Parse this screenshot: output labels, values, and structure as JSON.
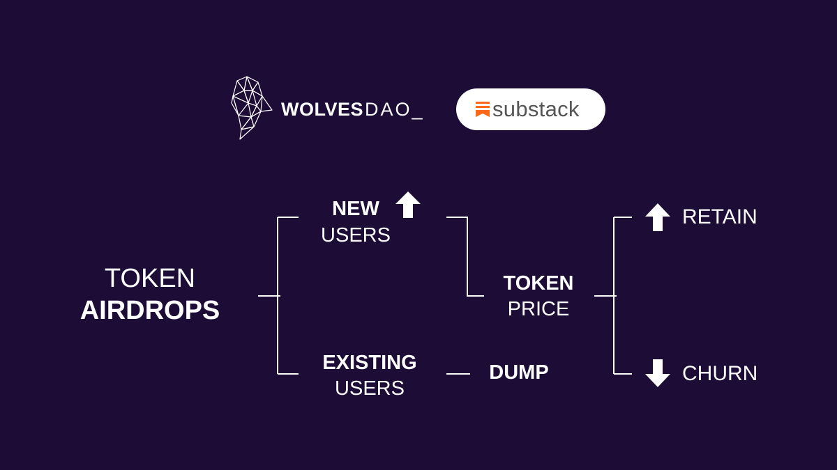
{
  "header": {
    "brand_primary": "WOLVES",
    "brand_secondary": "DAO_",
    "platform": "substack",
    "icons": [
      "wolf-icon",
      "substack-icon"
    ]
  },
  "diagram": {
    "root": {
      "line1": "TOKEN",
      "line2": "AIRDROPS"
    },
    "branch_new": {
      "line1": "NEW",
      "line2": "USERS",
      "arrow": "up"
    },
    "branch_existing": {
      "line1": "EXISTING",
      "line2": "USERS"
    },
    "dump": "DUMP",
    "token_price": {
      "line1": "TOKEN",
      "line2": "PRICE"
    },
    "retain": {
      "label": "RETAIN",
      "arrow": "up"
    },
    "churn": {
      "label": "CHURN",
      "arrow": "down"
    }
  },
  "colors": {
    "background": "#1d0d36",
    "text": "#ffffff",
    "substack_accent": "#ff6719",
    "substack_text": "#555555"
  }
}
